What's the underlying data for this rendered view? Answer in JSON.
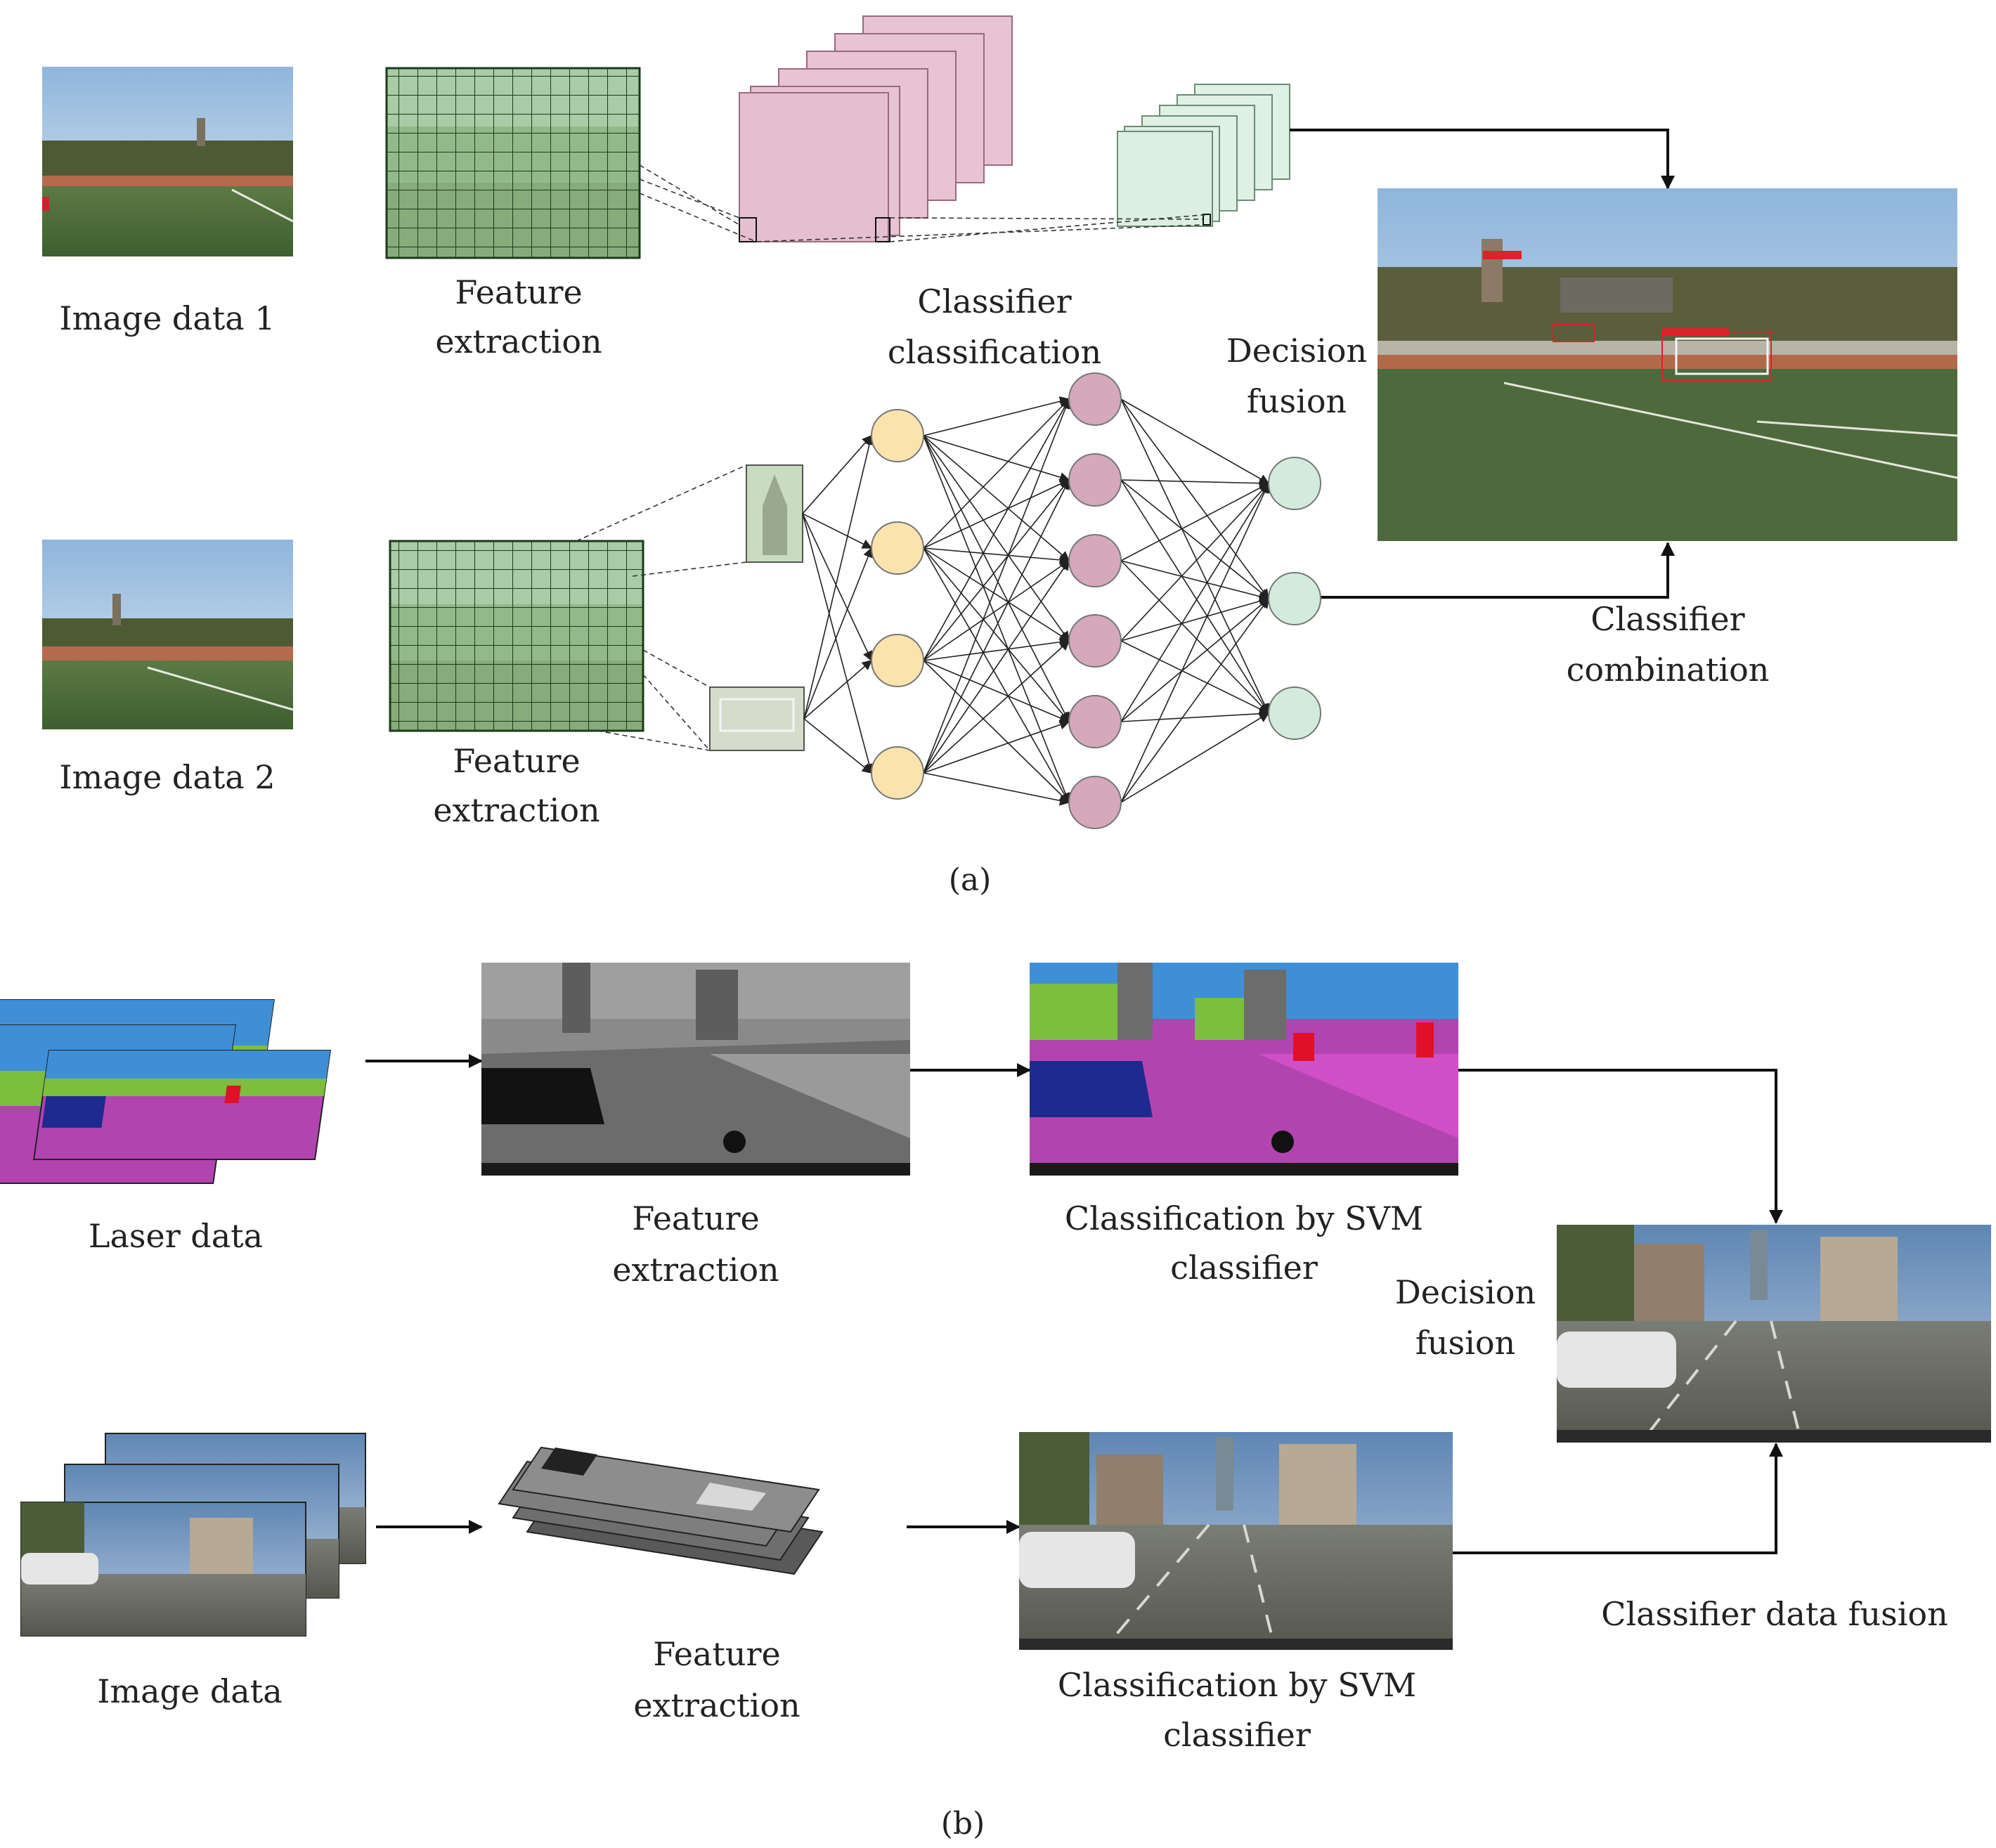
{
  "panel_a": {
    "image_data_1": "Image data 1",
    "image_data_2": "Image data 2",
    "feature_extraction_1": [
      "Feature",
      "extraction"
    ],
    "feature_extraction_2": [
      "Feature",
      "extraction"
    ],
    "classifier_classification": [
      "Classifier",
      "classification"
    ],
    "decision_fusion": [
      "Decision",
      "fusion"
    ],
    "classifier_combination": [
      "Classifier",
      "combination"
    ],
    "caption": "(a)",
    "network_layers": [
      4,
      6,
      3
    ],
    "colors": {
      "input_node": "#fbe3ae",
      "hidden_node": "#d5a8bb",
      "output_node": "#d3ebdc",
      "feature_map": "#e8c3d2",
      "feature_map_small": "#dff0e4",
      "grid": "#9cc39a"
    }
  },
  "panel_b": {
    "laser_data": "Laser data",
    "image_data": "Image data",
    "feature_extraction_1": [
      "Feature",
      "extraction"
    ],
    "feature_extraction_2": [
      "Feature",
      "extraction"
    ],
    "svm_1": [
      "Classification by SVM",
      "classifier"
    ],
    "svm_2": [
      "Classification by SVM",
      "classifier"
    ],
    "decision_fusion": [
      "Decision",
      "fusion"
    ],
    "classifier_data_fusion": "Classifier data fusion",
    "caption": "(b)",
    "colors": {
      "sky": "#3f8fd6",
      "road": "#b244b0",
      "vegetation": "#7bbf3d",
      "car": "#1f2a8f",
      "building": "#6c6c6c",
      "person": "#e0102a"
    }
  }
}
